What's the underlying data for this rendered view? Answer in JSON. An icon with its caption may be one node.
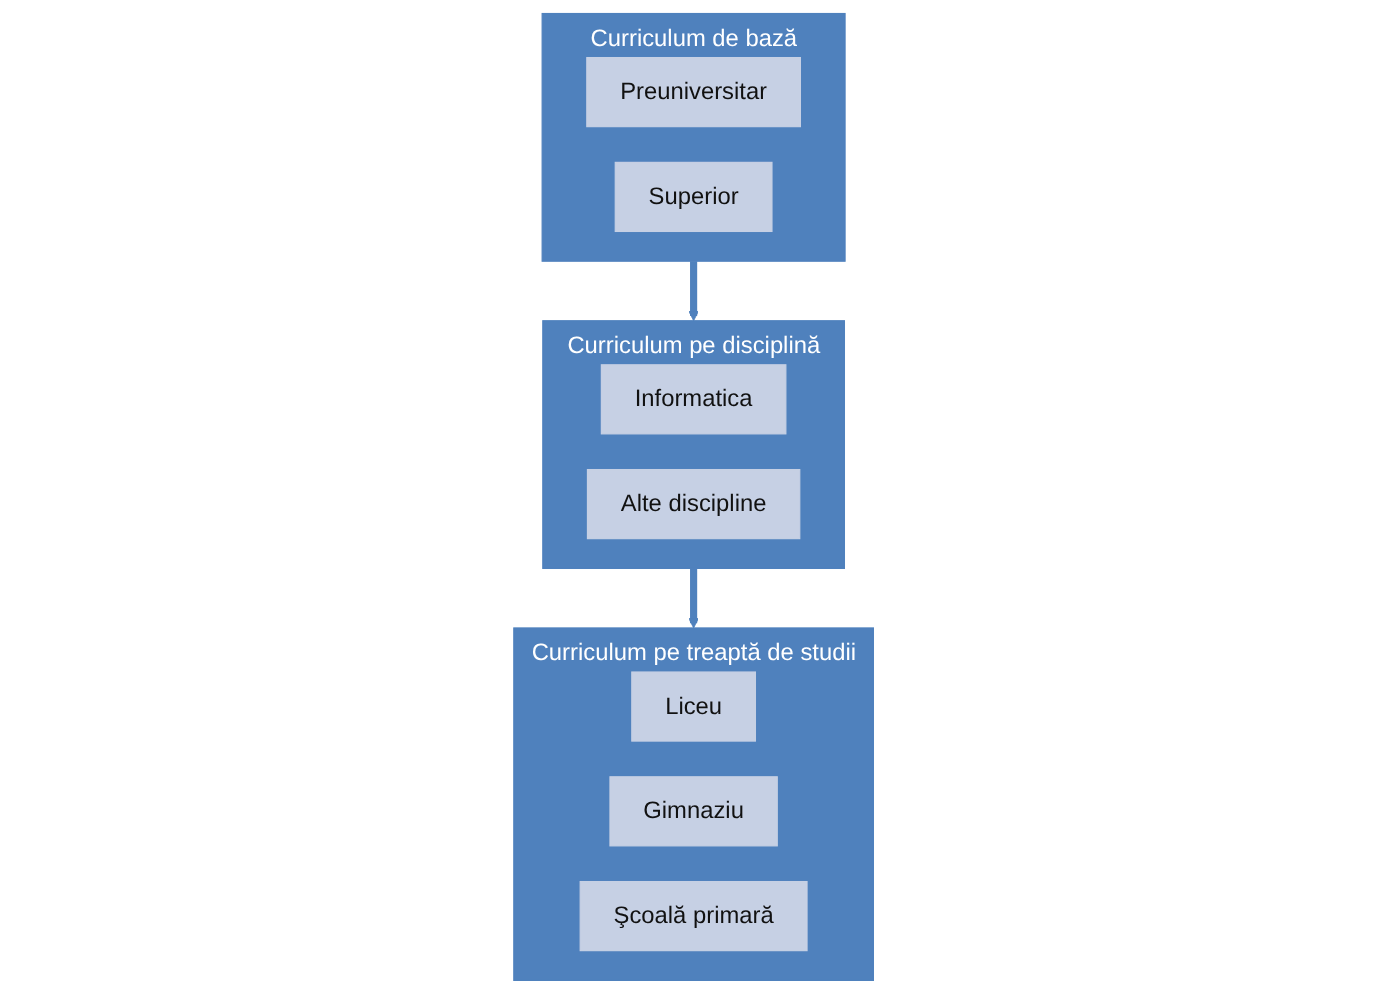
{
  "diagram": {
    "nodes": [
      {
        "text": [
          "Curriculum de bază"
        ]
      },
      {
        "text": [
          "Preuniversitar"
        ],
        "in": 0
      },
      {
        "text": [
          "Superior"
        ],
        "in": 0
      },
      {
        "text": [
          "Curriculum pe disciplină"
        ]
      },
      {
        "text": [
          "Informatica"
        ],
        "in": 3
      },
      {
        "text": [
          "Alte discipline"
        ],
        "in": 3
      },
      {
        "text": [
          "Curriculum pe treaptă de studii"
        ]
      },
      {
        "text": [
          "Liceu"
        ],
        "in": 6
      },
      {
        "text": [
          "Gimnaziu"
        ],
        "in": 6
      },
      {
        "text": [
          "Şcoală primară"
        ],
        "in": 6
      }
    ],
    "edges": [
      {
        "from": 0,
        "to": 3,
        "arrow": "to"
      },
      {
        "from": 3,
        "to": 6,
        "arrow": "to"
      }
    ]
  }
}
